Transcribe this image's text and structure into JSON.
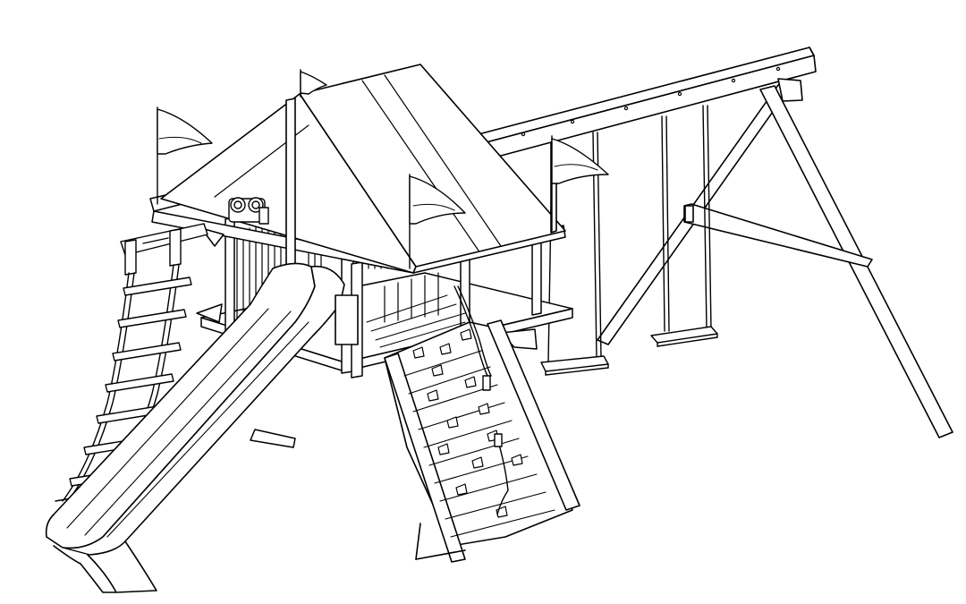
{
  "figure": {
    "subject": "playset-line-drawing",
    "background": "#ffffff",
    "line_color": "#000000",
    "fill_color": "#ffffff",
    "components": [
      "tarp-roof",
      "flag",
      "clubhouse-deck",
      "binoculars",
      "tube-slide",
      "rope-ladder",
      "rock-wall",
      "rock-wall-rope",
      "swing-beam",
      "a-frame",
      "belt-swing"
    ],
    "counts": {
      "flags": 4,
      "belt_swings": 2,
      "rope_ladder_rungs": 7,
      "rock_wall_holds": 14
    }
  }
}
